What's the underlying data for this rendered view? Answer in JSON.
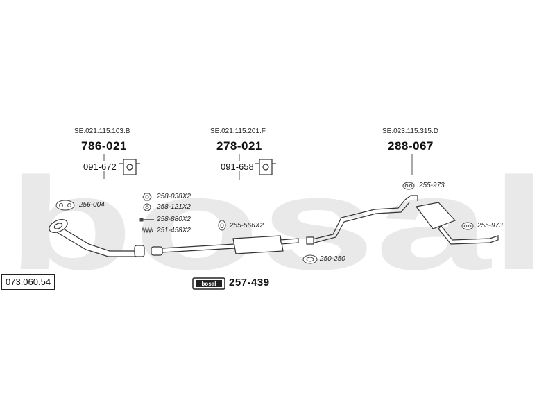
{
  "brand": {
    "watermark": "bosal",
    "kit_logo": "bosal",
    "watermark_color": "#e9e9e9"
  },
  "catalog_number": "073.060.54",
  "sections": [
    {
      "oe_number": "SE.021.115.103.B",
      "part_number": "786-021",
      "sub_part": "091-672"
    },
    {
      "oe_number": "SE.021.115.201.F",
      "part_number": "278-021",
      "sub_part": "091-658"
    },
    {
      "oe_number": "SE.023.115.315.D",
      "part_number": "288-067"
    }
  ],
  "fittings": [
    {
      "code": "256-004",
      "icon": "gasket-icon"
    },
    {
      "code": "258-038X2",
      "icon": "nut-icon"
    },
    {
      "code": "258-121X2",
      "icon": "washer-icon"
    },
    {
      "code": "258-880X2",
      "icon": "bolt-icon"
    },
    {
      "code": "251-458X2",
      "icon": "spring-icon"
    },
    {
      "code": "255-566X2",
      "icon": "rubber-ring-icon"
    },
    {
      "code": "250-250",
      "icon": "clamp-icon"
    },
    {
      "code": "255-973",
      "icon": "hanger-icon"
    },
    {
      "code": "255-973",
      "icon": "hanger-icon"
    }
  ],
  "kit": {
    "part_number": "257-439",
    "icon": "mounting-kit-icon"
  }
}
